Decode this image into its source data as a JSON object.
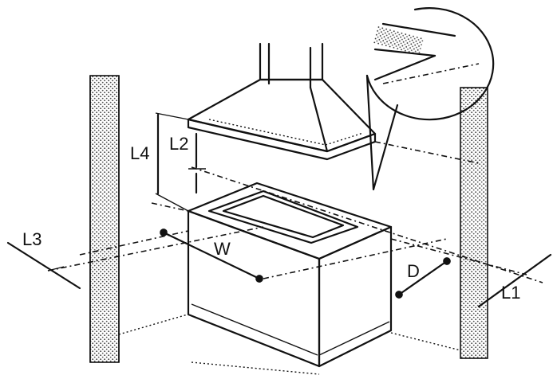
{
  "labels": {
    "l1": "L1",
    "l2": "L2",
    "l3": "L3",
    "l4": "L4",
    "w": "W",
    "d": "D"
  }
}
